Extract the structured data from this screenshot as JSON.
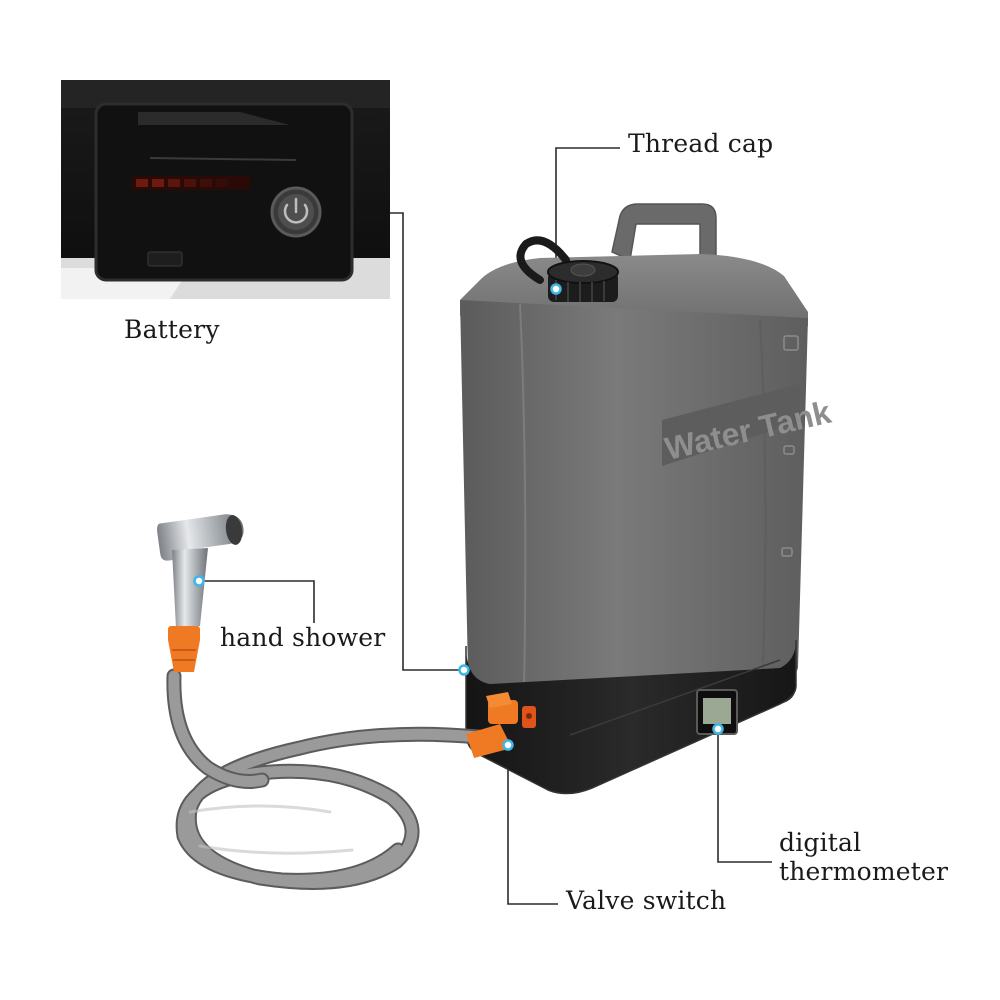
{
  "product": {
    "tank_embossed_text": "Water Tank"
  },
  "callouts": {
    "battery": "Battery",
    "thread_cap": "Thread cap",
    "hand_shower": "hand shower",
    "valve_switch": "Valve switch",
    "thermometer_line1": "digital",
    "thermometer_line2": "thermometer"
  },
  "colors": {
    "background": "#ffffff",
    "tank_body": "#6b6b6b",
    "tank_base": "#1f1f1f",
    "hose": "#8c8c8c",
    "orange_fittings": "#f07a24",
    "callout_dot": "#3fb6e6",
    "leader_line": "#2b2b2b"
  },
  "icons": [
    "power-button-icon",
    "callout-dot-icon"
  ]
}
